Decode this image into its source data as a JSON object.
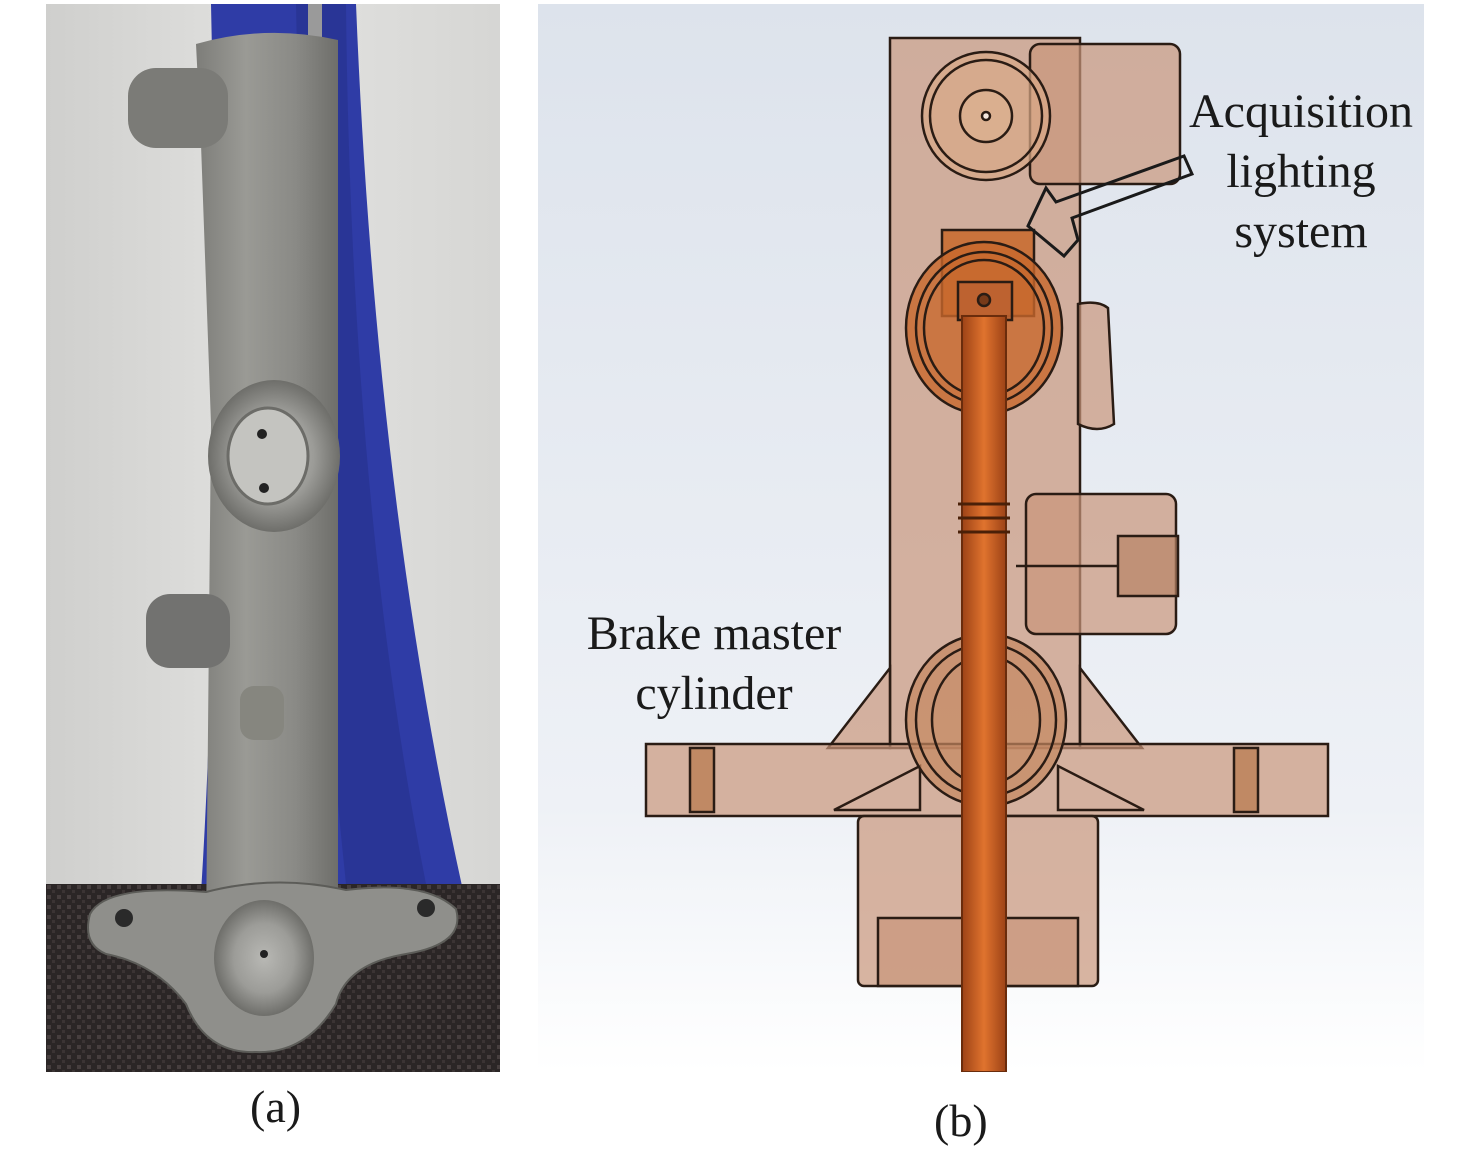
{
  "figure": {
    "panels": [
      {
        "id": "a",
        "caption": "(a)",
        "subject": "photograph of cast brake master cylinder"
      },
      {
        "id": "b",
        "caption": "(b)",
        "subject": "transparent CAD model of brake master cylinder with acquisition lighting system"
      }
    ],
    "annotations": {
      "acquisition_lighting_system": {
        "lines": [
          "Acquisition",
          "lighting",
          "system"
        ]
      },
      "brake_master_cylinder": {
        "lines": [
          "Brake master",
          "cylinder"
        ]
      }
    },
    "colors": {
      "photo_background": "#d8d8d6",
      "photo_blue_panel": "#2d3aa0",
      "metal": "#8a8a86",
      "cad_background": "#e4e8ef",
      "cad_body": "#c9967a",
      "cad_rod": "#c8602a",
      "outline": "#2a1c14"
    }
  }
}
